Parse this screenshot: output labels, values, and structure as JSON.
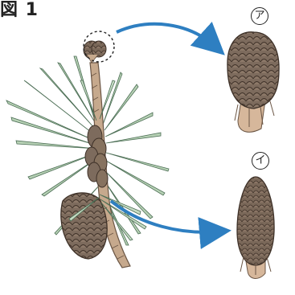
{
  "figure": {
    "title": "図 1",
    "label_a": "ア",
    "label_i": "イ"
  },
  "icons": {
    "main_illustration": "pine-branch-icon",
    "arrow_icon": "curved-arrow-icon",
    "enlarged_a": "pine-flower-cone-icon",
    "enlarged_i": "pine-male-flower-icon"
  },
  "colors": {
    "arrow": "#2e7fc1",
    "cone_fill": "#7b6a5c",
    "cone_dark": "#5a4a3e",
    "needle": "#a9c7aa",
    "needle_edge": "#4c6e55",
    "stem": "#c6a98d"
  }
}
